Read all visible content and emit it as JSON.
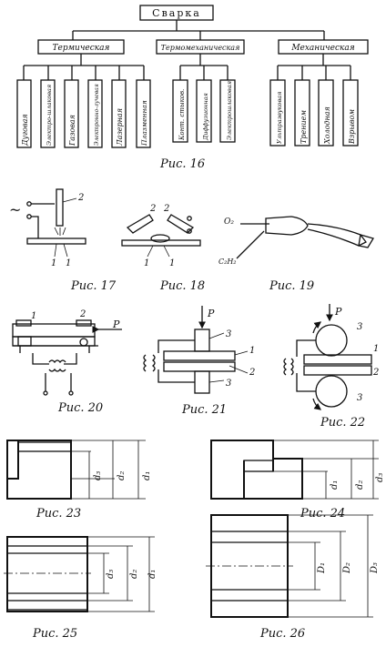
{
  "title": "Сварка",
  "categories": [
    {
      "label": "Термическая",
      "types": [
        "Дуговая",
        "Электро-шлаковая",
        "Газовая",
        "Электронно-лучевая",
        "Лазерная",
        "Плазменная"
      ]
    },
    {
      "label": "Термомеханическая",
      "types": [
        "Конт. стыков.",
        "Диффузионная",
        "Электрошлаковая"
      ]
    },
    {
      "label": "Механическая",
      "types": [
        "Ультразвуковая",
        "Трением",
        "Холодная",
        "Взрывом"
      ]
    }
  ],
  "figures": {
    "fig16": "Рис. 16",
    "fig17": "Рис. 17",
    "fig18": "Рис. 18",
    "fig19": "Рис. 19",
    "fig20": "Рис. 20",
    "fig21": "Рис. 21",
    "fig22": "Рис. 22",
    "fig23": "Рис. 23",
    "fig24": "Рис. 24",
    "fig25": "Рис. 25",
    "fig26": "Рис. 26"
  },
  "labels": {
    "one": "1",
    "two": "2",
    "three": "3",
    "p": "P",
    "o2": "O₂",
    "c2h2": "C₂H₂",
    "tilde": "~",
    "d1": "d₁",
    "d2": "d₂",
    "d3": "d₃",
    "D1": "D₁",
    "D2": "D₂",
    "D3": "D₃"
  }
}
